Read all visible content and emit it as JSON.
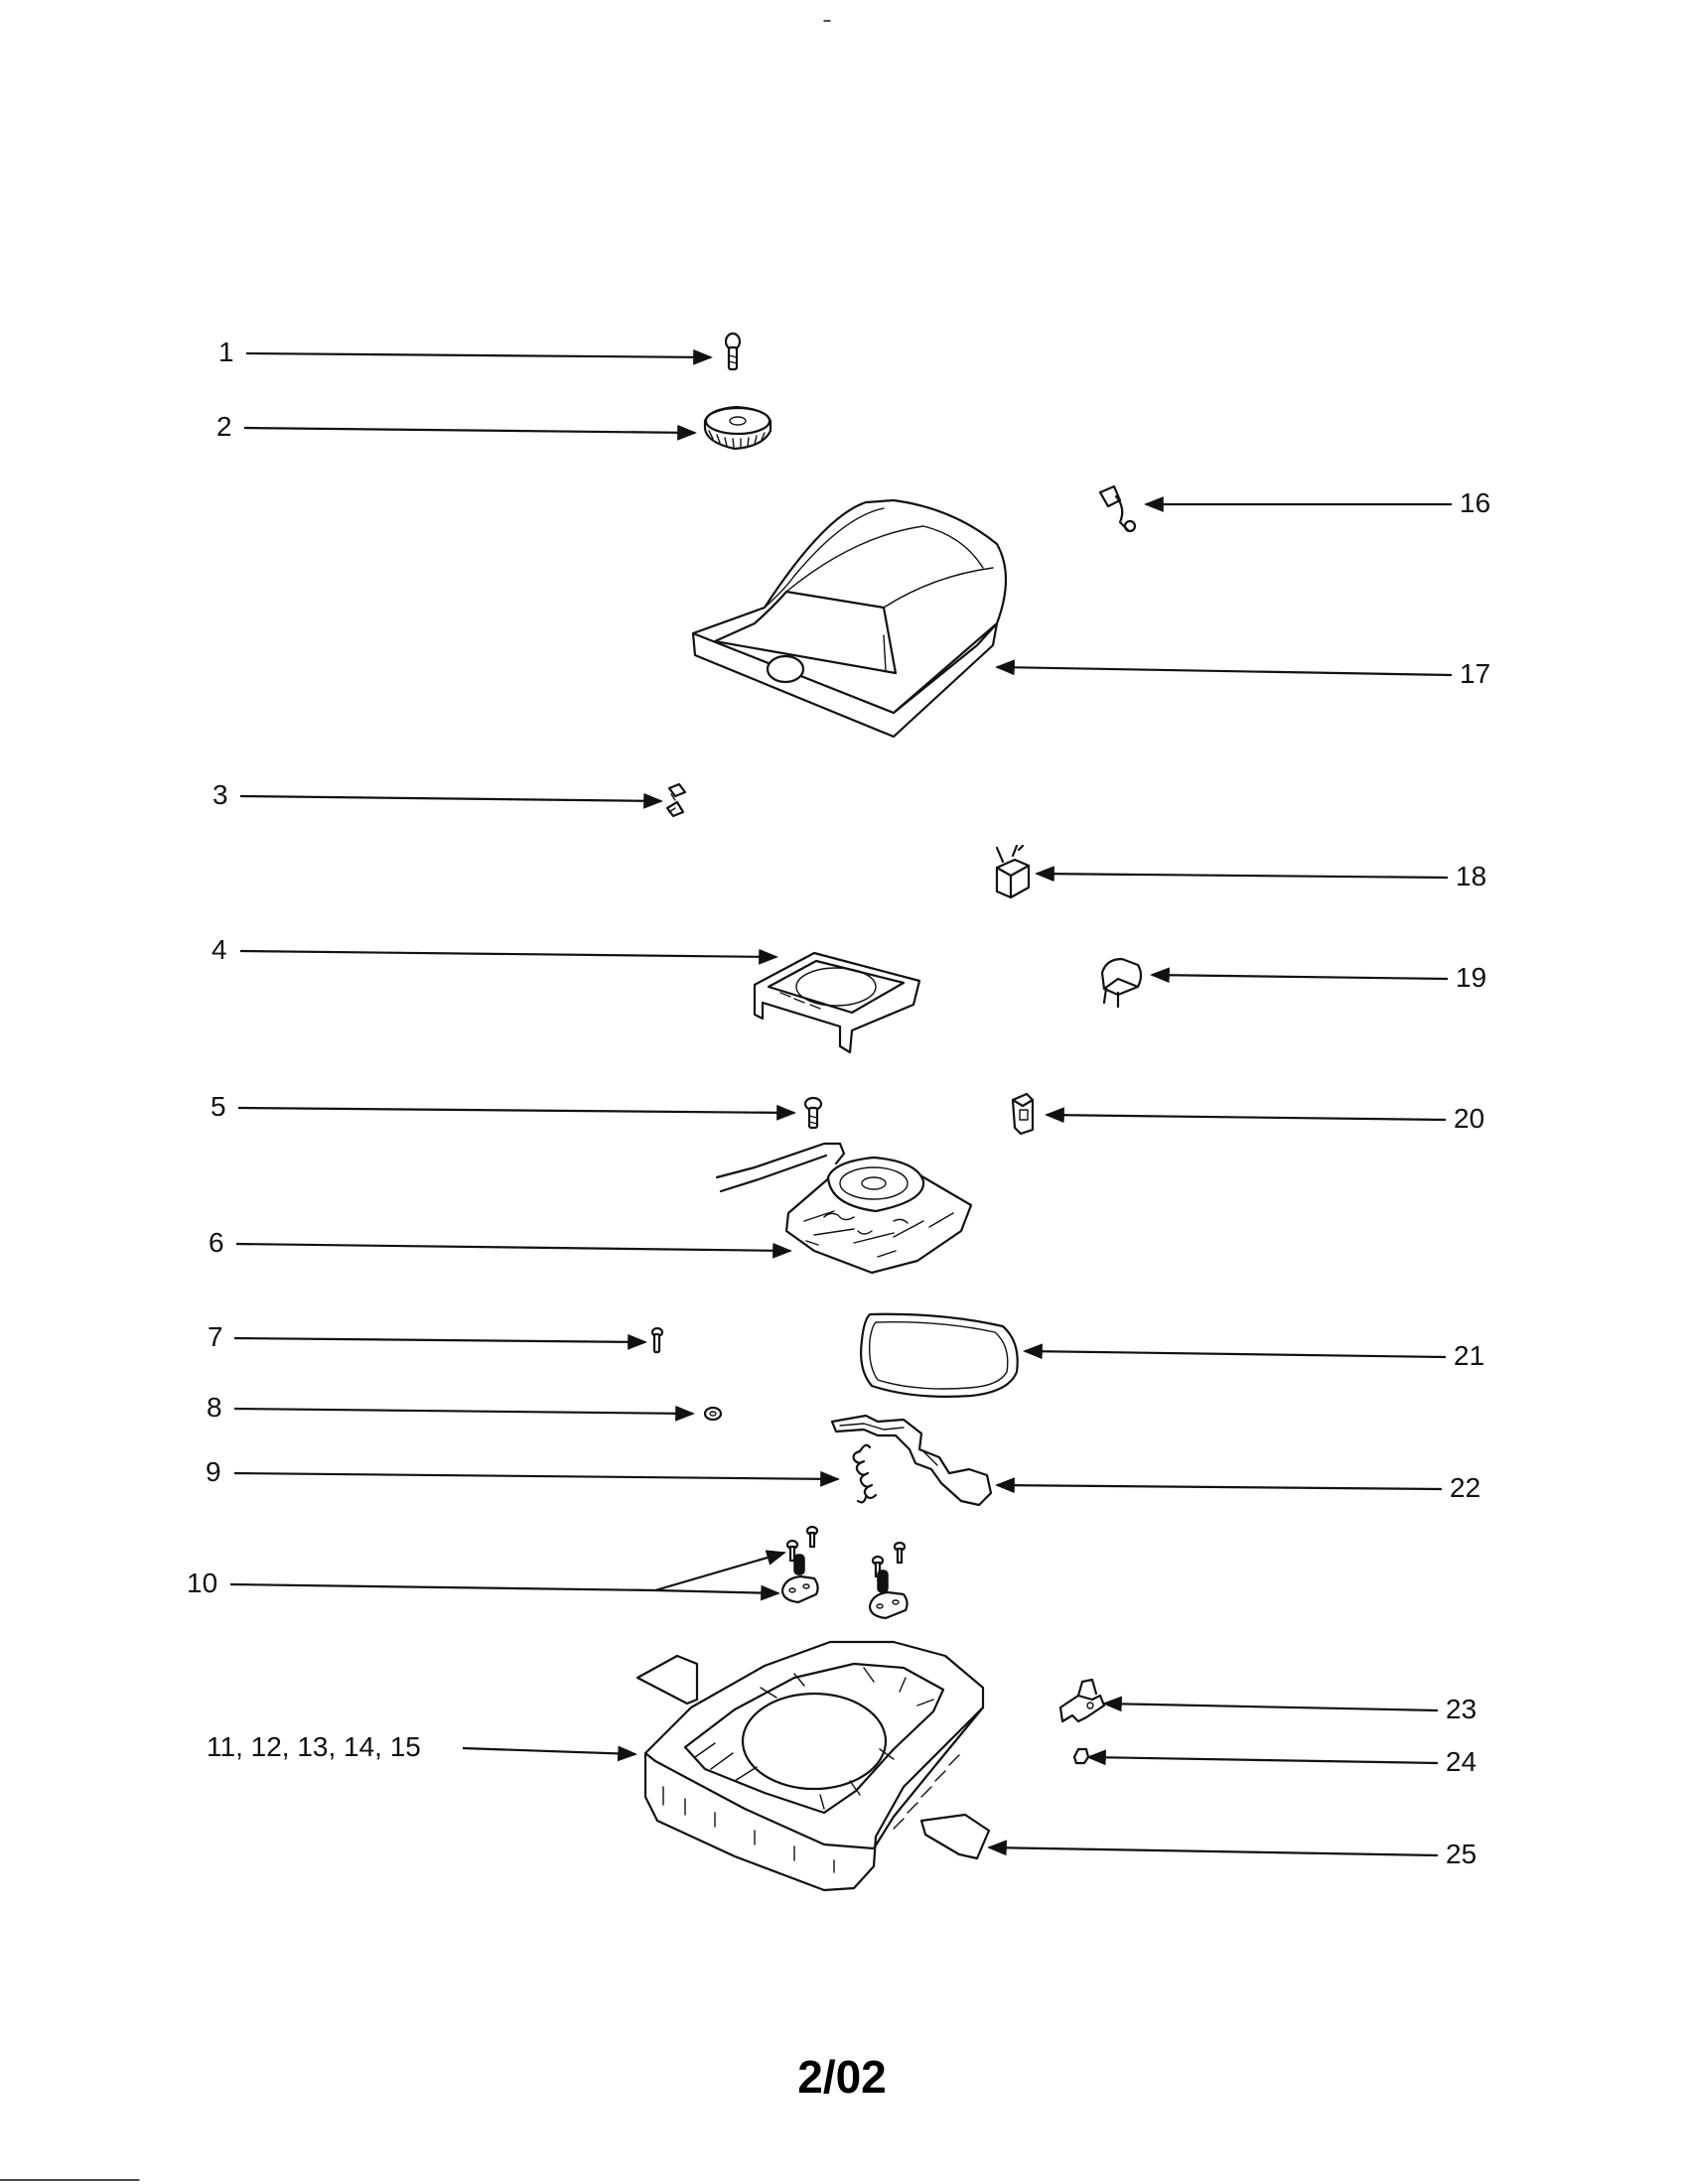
{
  "diagram": {
    "callouts": {
      "c1": "1",
      "c2": "2",
      "c3": "3",
      "c4": "4",
      "c5": "5",
      "c6": "6",
      "c7": "7",
      "c8": "8",
      "c9": "9",
      "c10": "10",
      "c11_15": "11, 12, 13, 14, 15",
      "c16": "16",
      "c17": "17",
      "c18": "18",
      "c19": "19",
      "c20": "20",
      "c21": "21",
      "c22": "22",
      "c23": "23",
      "c24": "24",
      "c25": "25"
    },
    "footer_code": "2/02"
  },
  "colors": {
    "line": "#111111",
    "background": "#ffffff"
  }
}
